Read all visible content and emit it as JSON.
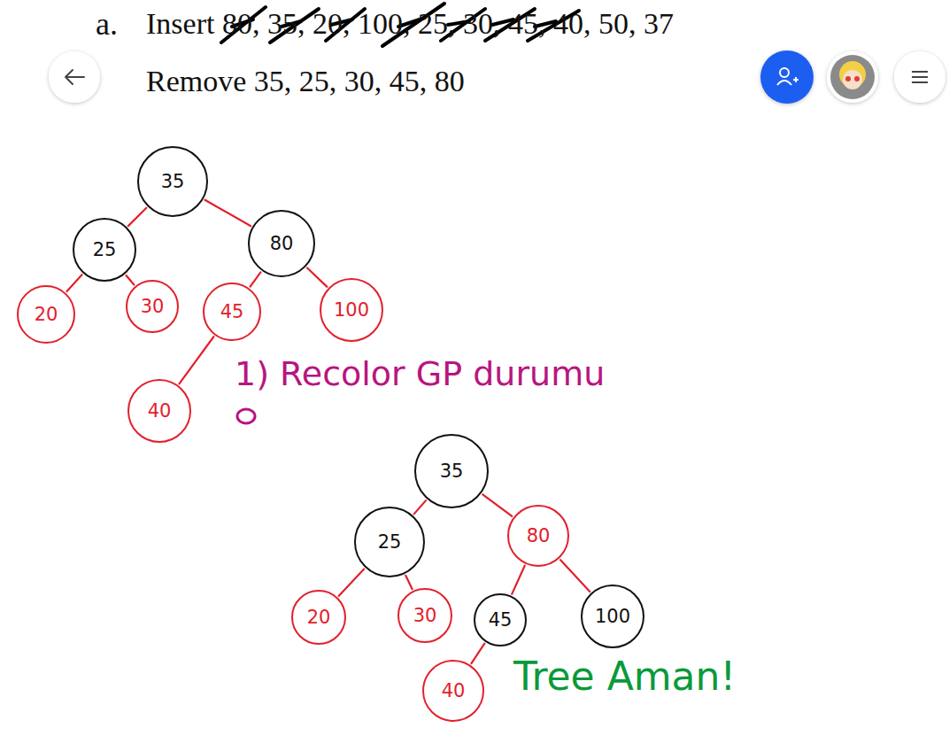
{
  "diagram": {
    "nodes": [
      {
        "text": [
          "35"
        ]
      },
      {
        "text": [
          "25"
        ]
      },
      {
        "text": [
          "80"
        ]
      },
      {
        "text": [
          "20"
        ]
      },
      {
        "text": [
          "30"
        ]
      },
      {
        "text": [
          "45"
        ]
      },
      {
        "text": [
          "100"
        ]
      },
      {
        "text": [
          "40"
        ]
      },
      {
        "text": [
          "35"
        ]
      },
      {
        "text": [
          "25"
        ]
      },
      {
        "text": [
          "80"
        ]
      },
      {
        "text": [
          "20"
        ]
      },
      {
        "text": [
          "30"
        ]
      },
      {
        "text": [
          "45"
        ]
      },
      {
        "text": [
          "100"
        ]
      },
      {
        "text": [
          "40"
        ]
      }
    ],
    "edges": [
      {
        "from": 0,
        "to": 1,
        "arrow": "none"
      },
      {
        "from": 0,
        "to": 2,
        "arrow": "none"
      },
      {
        "from": 1,
        "to": 3,
        "arrow": "none"
      },
      {
        "from": 1,
        "to": 4,
        "arrow": "none"
      },
      {
        "from": 2,
        "to": 5,
        "arrow": "none"
      },
      {
        "from": 2,
        "to": 6,
        "arrow": "none"
      },
      {
        "from": 5,
        "to": 7,
        "arrow": "none"
      },
      {
        "from": 8,
        "to": 9,
        "arrow": "none"
      },
      {
        "from": 8,
        "to": 10,
        "arrow": "none"
      },
      {
        "from": 9,
        "to": 11,
        "arrow": "none"
      },
      {
        "from": 9,
        "to": 12,
        "arrow": "none"
      },
      {
        "from": 10,
        "to": 13,
        "arrow": "none"
      },
      {
        "from": 10,
        "to": 14,
        "arrow": "none"
      },
      {
        "from": 13,
        "to": 15,
        "arrow": "none"
      }
    ],
    "labels": [
      "a.",
      "Insert 80, 35, 20, 100, 25, 30, 45, 40, 50, 37",
      "Remove 35, 25, 30, 45, 80",
      "1) Recolor GP durumu",
      "Tree Aman!"
    ]
  }
}
